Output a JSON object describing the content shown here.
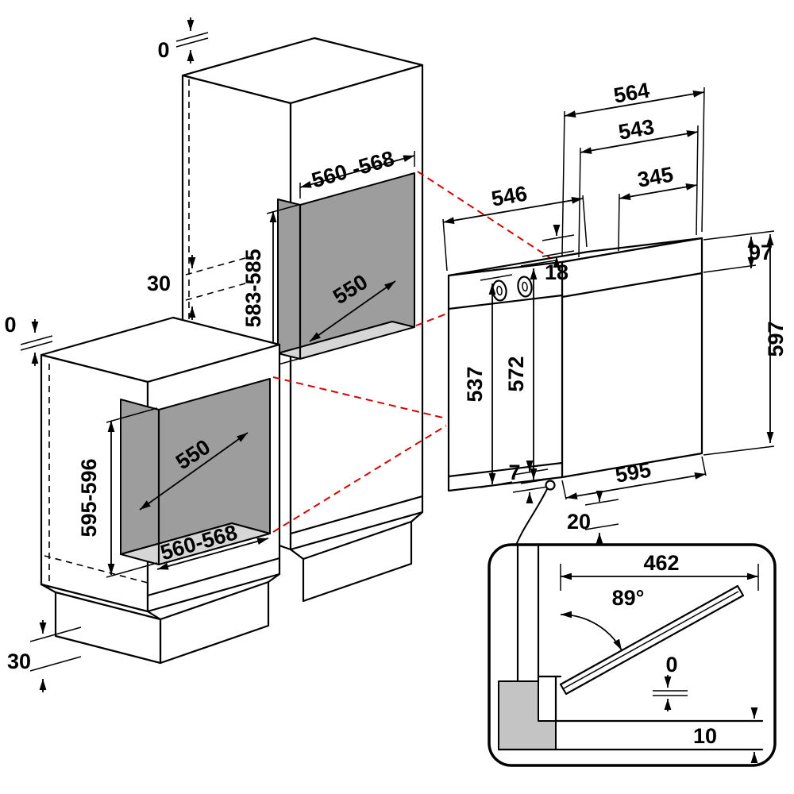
{
  "title": "Built-in oven installation dimensions diagram",
  "colors": {
    "projection_line_red": "#d40000",
    "niche_back_gray": "#9d9d9d",
    "niche_floor_gray": "#d6d6d6",
    "plinth_section_gray": "#c4c4c4",
    "line_black": "#000000"
  },
  "tall_cabinet": {
    "wall_gap_top": "0",
    "rear_gap": "30",
    "niche_width": "560 -568",
    "niche_height": "583-585",
    "niche_depth": "550"
  },
  "base_cabinet": {
    "wall_gap_top": "0",
    "plinth_height": "30",
    "niche_depth": "550",
    "niche_height": "595-596",
    "niche_width": "560-568"
  },
  "oven": {
    "depth_max": "564",
    "depth_body": "543",
    "depth_rear": "345",
    "depth_top": "546",
    "top_edge": "18",
    "panel_height": "97",
    "height_inner": "537",
    "height_front": "572",
    "height_total": "597",
    "width_front": "595",
    "door_gap": "7",
    "bottom_clearance": "20"
  },
  "door_detail": {
    "door_length": "462",
    "opening_angle": "89°",
    "flush_gap": "0",
    "floor_clearance": "10"
  }
}
